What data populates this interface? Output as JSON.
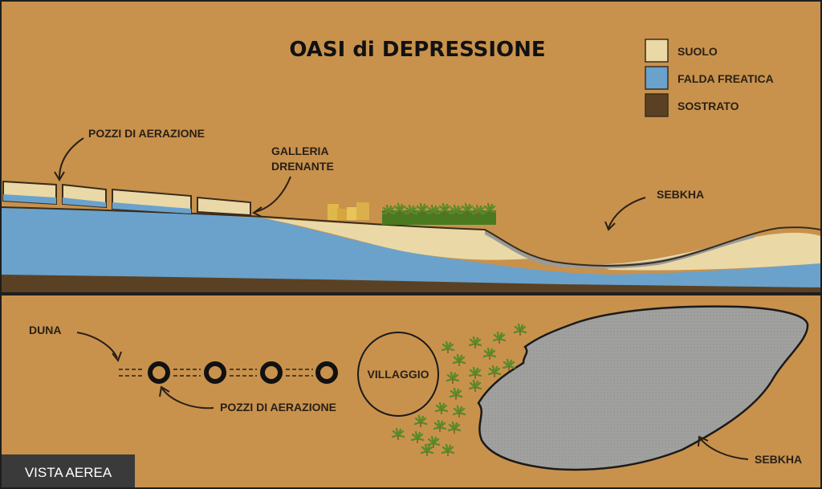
{
  "title": "OASI di DEPRESSIONE",
  "colors": {
    "background": "#c8924d",
    "soil": "#ead9a6",
    "water_table": "#6aa2cc",
    "substrate": "#5a4124",
    "sebkha": "#9a9a98",
    "palm": "#5a8a28",
    "building": "#e0b84a",
    "label_box": "#3a3a3a"
  },
  "legend": [
    {
      "label": "SUOLO",
      "color": "#ead9a6"
    },
    {
      "label": "FALDA FREATICA",
      "color": "#6aa2cc"
    },
    {
      "label": "SOSTRATO",
      "color": "#5a4124"
    }
  ],
  "section": {
    "wells_label": "POZZI DI AERAZIONE",
    "gallery_label_line1": "GALLERIA",
    "gallery_label_line2": "DRENANTE",
    "sebkha_label": "SEBKHA"
  },
  "aerial": {
    "dune_label": "DUNA",
    "wells_label": "POZZI DI AERAZIONE",
    "village_label": "VILLAGGIO",
    "sebkha_label": "SEBKHA",
    "view_label": "VISTA AEREA"
  }
}
